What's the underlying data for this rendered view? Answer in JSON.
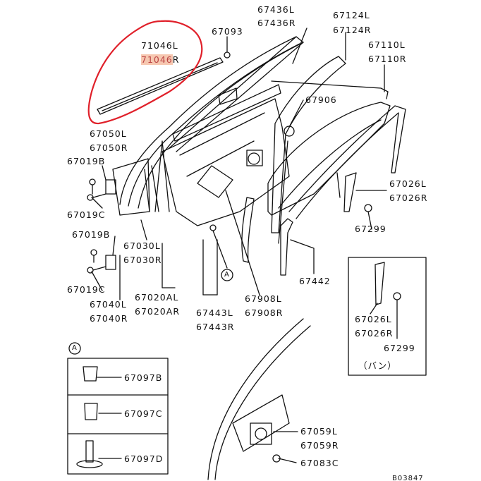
{
  "labels": {
    "p71046L": "71046L",
    "p71046R_prefix": "71046",
    "p71046R_suffix": "R",
    "p67093": "67093",
    "p67436L": "67436L",
    "p67436R": "67436R",
    "p67124L": "67124L",
    "p67124R": "67124R",
    "p67110L": "67110L",
    "p67110R": "67110R",
    "p67906": "67906",
    "p67050L": "67050L",
    "p67050R": "67050R",
    "p67019B_1": "67019B",
    "p67019C_1": "67019C",
    "p67019B_2": "67019B",
    "p67019C_2": "67019C",
    "p67030L": "67030L",
    "p67030R": "67030R",
    "p67040L": "67040L",
    "p67040R": "67040R",
    "p67020AL": "67020AL",
    "p67020AR": "67020AR",
    "p67443L": "67443L",
    "p67443R": "67443R",
    "p67908L": "67908L",
    "p67908R": "67908R",
    "p67442": "67442",
    "p67026L_1": "67026L",
    "p67026R_1": "67026R",
    "p67299_1": "67299",
    "p67026L_2": "67026L",
    "p67026R_2": "67026R",
    "p67299_2": "67299",
    "van": "（バン）",
    "circA_main": "A",
    "circA_legend": "A",
    "p67097B": "67097B",
    "p67097C": "67097C",
    "p67097D": "67097D",
    "p67059L": "67059L",
    "p67059R": "67059R",
    "p67083C": "67083C",
    "footer": "B03847"
  },
  "colors": {
    "line": "#111111",
    "highlight_circle": "#e0202a",
    "highlight_text": "#f6c7b0"
  }
}
